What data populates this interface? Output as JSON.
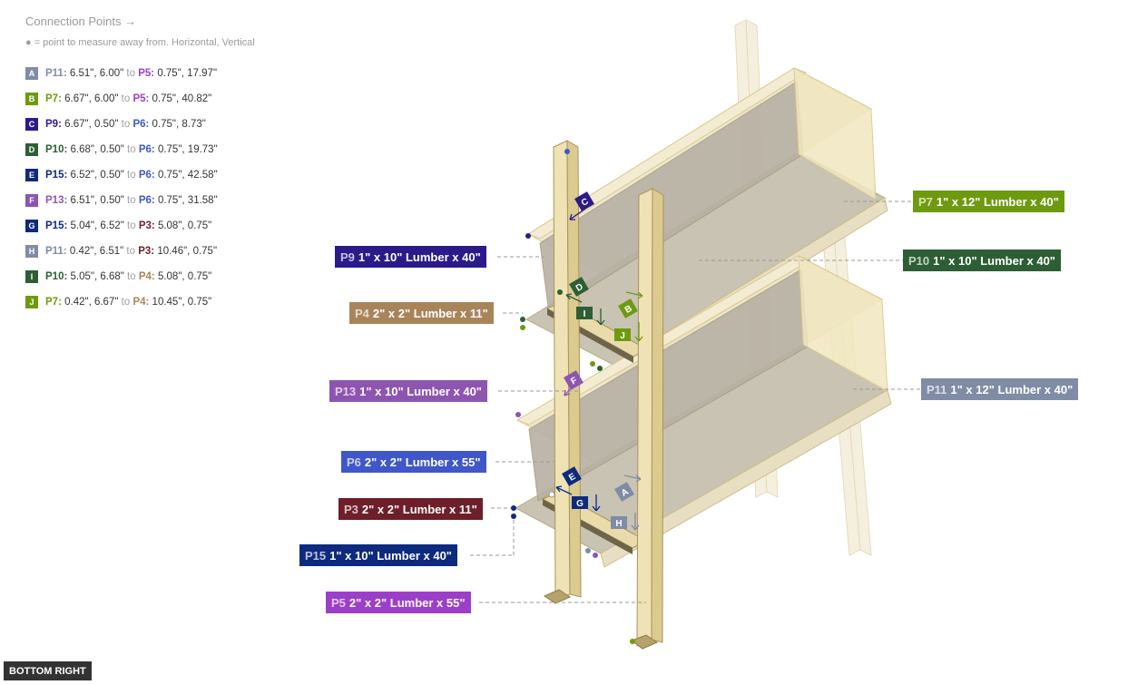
{
  "legend": {
    "title": "Connection Points →",
    "subtitle": "● = point to measure away from. Horizontal, Vertical",
    "to_word": "to",
    "connections": [
      {
        "badge": "A",
        "color": "#7f8ca6",
        "p1": "P11:",
        "p1_color": "#7f8ca6",
        "v1": "6.51\", 6.00\"",
        "p2": "P5:",
        "p2_color": "#9c3fc8",
        "v2": "0.75\", 17.97\""
      },
      {
        "badge": "B",
        "color": "#6e9a10",
        "p1": "P7:",
        "p1_color": "#6e9a10",
        "v1": "6.67\", 6.00\"",
        "p2": "P5:",
        "p2_color": "#9c3fc8",
        "v2": "0.75\", 40.82\""
      },
      {
        "badge": "C",
        "color": "#2b1a8a",
        "p1": "P9:",
        "p1_color": "#2b1a8a",
        "v1": "6.67\", 0.50\"",
        "p2": "P6:",
        "p2_color": "#3f57c8",
        "v2": "0.75\", 8.73\""
      },
      {
        "badge": "D",
        "color": "#2d5e35",
        "p1": "P10:",
        "p1_color": "#2d5e35",
        "v1": "6.68\", 0.50\"",
        "p2": "P6:",
        "p2_color": "#3f57c8",
        "v2": "0.75\", 19.73\""
      },
      {
        "badge": "E",
        "color": "#0e2a7e",
        "p1": "P15:",
        "p1_color": "#0e2a7e",
        "v1": "6.52\", 0.50\"",
        "p2": "P6:",
        "p2_color": "#3f57c8",
        "v2": "0.75\", 42.58\""
      },
      {
        "badge": "F",
        "color": "#8e55b0",
        "p1": "P13:",
        "p1_color": "#8e55b0",
        "v1": "6.51\", 0.50\"",
        "p2": "P6:",
        "p2_color": "#3f57c8",
        "v2": "0.75\", 31.58\""
      },
      {
        "badge": "G",
        "color": "#0e2a7e",
        "p1": "P15:",
        "p1_color": "#0e2a7e",
        "v1": "5.04\", 6.52\"",
        "p2": "P3:",
        "p2_color": "#6e1f2a",
        "v2": "5.08\", 0.75\""
      },
      {
        "badge": "H",
        "color": "#7f8ca6",
        "p1": "P11:",
        "p1_color": "#7f8ca6",
        "v1": "0.42\", 6.51\"",
        "p2": "P3:",
        "p2_color": "#6e1f2a",
        "v2": "10.46\", 0.75\""
      },
      {
        "badge": "I",
        "color": "#2d5e35",
        "p1": "P10:",
        "p1_color": "#2d5e35",
        "v1": "5.05\", 6.68\"",
        "p2": "P4:",
        "p2_color": "#a8845a",
        "v2": "5.08\", 0.75\""
      },
      {
        "badge": "J",
        "color": "#6e9a10",
        "p1": "P7:",
        "p1_color": "#6e9a10",
        "v1": "0.42\", 6.67\"",
        "p2": "P4:",
        "p2_color": "#a8845a",
        "v2": "10.45\", 0.75\""
      }
    ]
  },
  "parts": [
    {
      "id": "P7",
      "desc": "1\" x 12\" Lumber  x 40\"",
      "color": "#6e9a10"
    },
    {
      "id": "P9",
      "desc": "1\" x 10\" Lumber  x 40\"",
      "color": "#2b1a8a"
    },
    {
      "id": "P10",
      "desc": "1\" x 10\" Lumber  x 40\"",
      "color": "#2d5e35"
    },
    {
      "id": "P4",
      "desc": "2\" x 2\" Lumber x 11\"",
      "color": "#a8845a"
    },
    {
      "id": "P13",
      "desc": "1\" x 10\" Lumber  x 40\"",
      "color": "#8e55b0"
    },
    {
      "id": "P11",
      "desc": "1\" x 12\" Lumber  x 40\"",
      "color": "#7f8ca6"
    },
    {
      "id": "P6",
      "desc": "2\" x 2\" Lumber x 55\"",
      "color": "#3f57c8"
    },
    {
      "id": "P3",
      "desc": "2\" x 2\" Lumber x 11\"",
      "color": "#6e1f2a"
    },
    {
      "id": "P15",
      "desc": "1\" x 10\" Lumber  x 40\"",
      "color": "#0e2a7e"
    },
    {
      "id": "P5",
      "desc": "2\" x 2\" Lumber x 55\"",
      "color": "#9c3fc8"
    }
  ],
  "markers": [
    {
      "badge": "A",
      "color": "#7f8ca6"
    },
    {
      "badge": "B",
      "color": "#6e9a10"
    },
    {
      "badge": "C",
      "color": "#2b1a8a"
    },
    {
      "badge": "D",
      "color": "#2d5e35"
    },
    {
      "badge": "E",
      "color": "#0e2a7e"
    },
    {
      "badge": "F",
      "color": "#8e55b0"
    },
    {
      "badge": "G",
      "color": "#0e2a7e"
    },
    {
      "badge": "H",
      "color": "#7f8ca6"
    },
    {
      "badge": "I",
      "color": "#2d5e35"
    },
    {
      "badge": "J",
      "color": "#6e9a10"
    }
  ],
  "view_button": "BOTTOM RIGHT"
}
